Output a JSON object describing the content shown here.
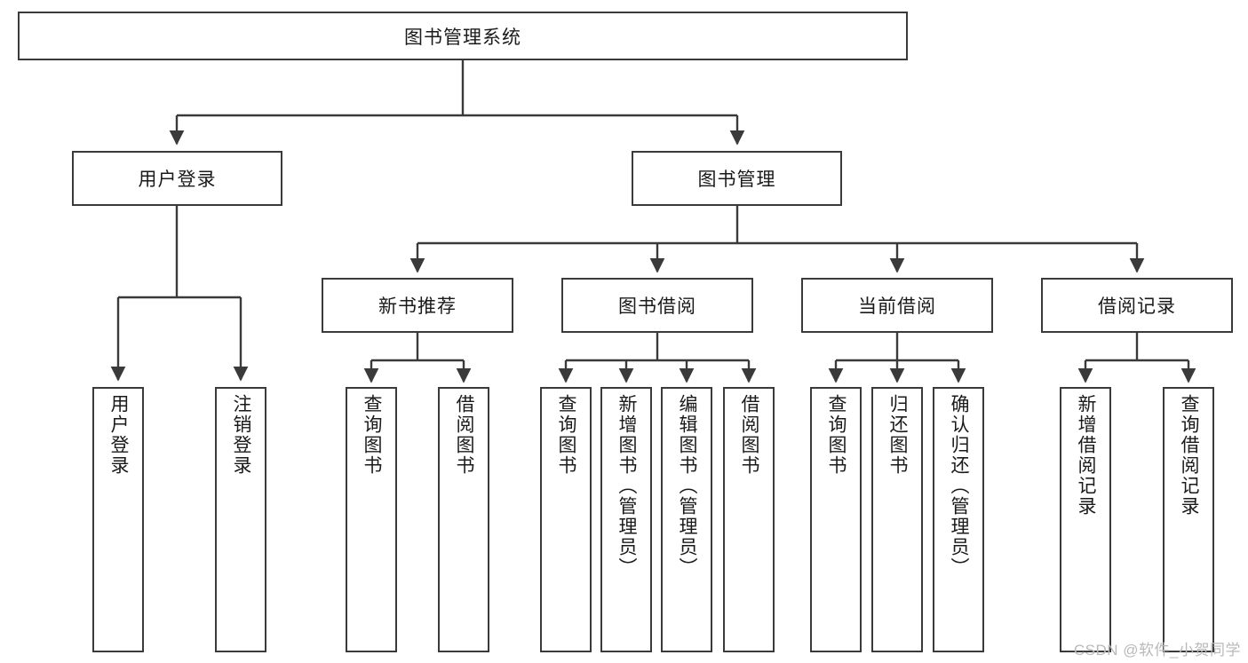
{
  "diagram": {
    "title": "图书管理系统",
    "type": "tree-hierarchy-diagram",
    "root": {
      "id": "root",
      "label": "图书管理系统"
    },
    "level2": [
      {
        "id": "user-login",
        "label": "用户登录"
      },
      {
        "id": "book-management",
        "label": "图书管理"
      }
    ],
    "level3": [
      {
        "id": "new-book-recommend",
        "label": "新书推荐"
      },
      {
        "id": "book-borrow",
        "label": "图书借阅"
      },
      {
        "id": "current-borrow",
        "label": "当前借阅"
      },
      {
        "id": "borrow-record",
        "label": "借阅记录"
      }
    ],
    "leaves": {
      "user_login": [
        {
          "id": "leaf-user-login",
          "label": "用户登录"
        },
        {
          "id": "leaf-logout-login",
          "label": "注销登录"
        }
      ],
      "new_book_recommend": [
        {
          "id": "leaf-query-book-1",
          "label": "查询图书"
        },
        {
          "id": "leaf-borrow-book-1",
          "label": "借阅图书"
        }
      ],
      "book_borrow": [
        {
          "id": "leaf-query-book-2",
          "label": "查询图书"
        },
        {
          "id": "leaf-add-book",
          "label": "新增图书（管理员）"
        },
        {
          "id": "leaf-edit-book",
          "label": "编辑图书（管理员）"
        },
        {
          "id": "leaf-borrow-book-2",
          "label": "借阅图书"
        }
      ],
      "current_borrow": [
        {
          "id": "leaf-query-book-3",
          "label": "查询图书"
        },
        {
          "id": "leaf-return-book",
          "label": "归还图书"
        },
        {
          "id": "leaf-confirm-return",
          "label": "确认归还（管理员）"
        }
      ],
      "borrow_record": [
        {
          "id": "leaf-add-borrow-record",
          "label": "新增借阅记录"
        },
        {
          "id": "leaf-query-borrow-record",
          "label": "查询借阅记录"
        }
      ]
    },
    "colors": {
      "border": "#3a3a3a",
      "text": "#1a1a1a",
      "background": "#ffffff",
      "connector": "#3a3a3a",
      "watermark": "#b9b9b9"
    }
  },
  "watermark": {
    "text": "CSDN @软件_小贺同学"
  }
}
